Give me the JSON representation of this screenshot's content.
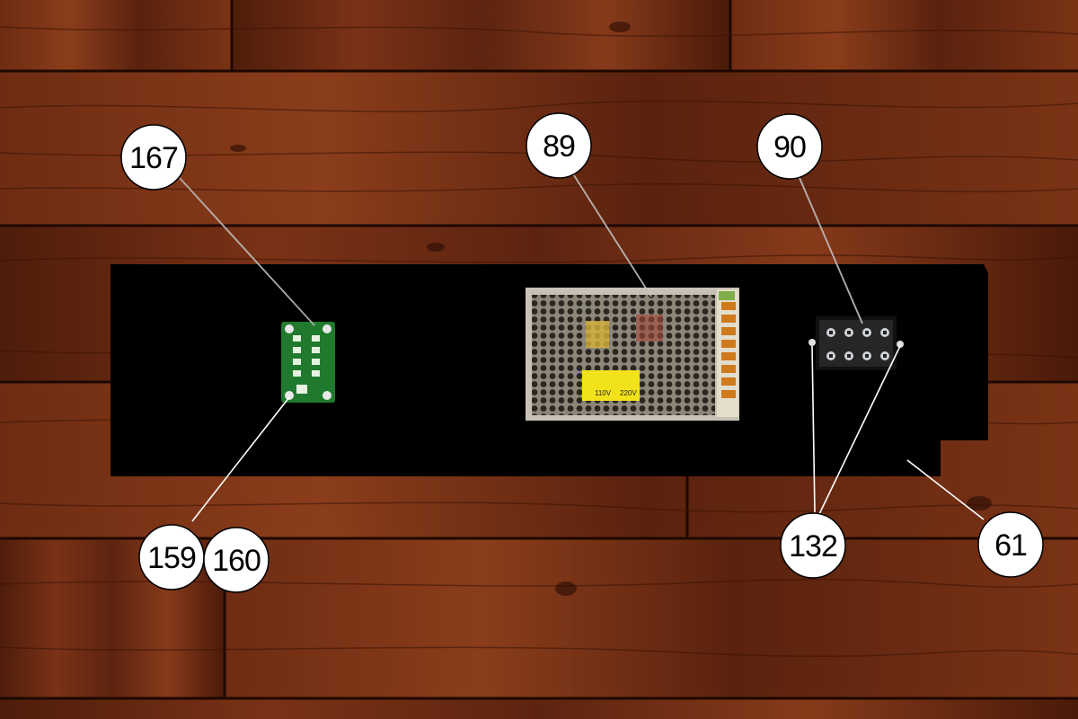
{
  "callouts": {
    "c167": "167",
    "c89": "89",
    "c90": "90",
    "c159": "159",
    "c160": "160",
    "c132": "132",
    "c61": "61"
  },
  "power_supply_label": {
    "line1": "110V",
    "line2": "220V"
  },
  "colors": {
    "wood_base": "#6b2a12",
    "wood_dark": "#3a1206",
    "panel": "#000000",
    "pcb": "#1f7a2e",
    "psu_case": "#b9b4a8",
    "psu_label": "#f2e21a",
    "terminal": "#d07a1c",
    "callout_fill": "#ffffff",
    "callout_stroke": "#000000"
  }
}
